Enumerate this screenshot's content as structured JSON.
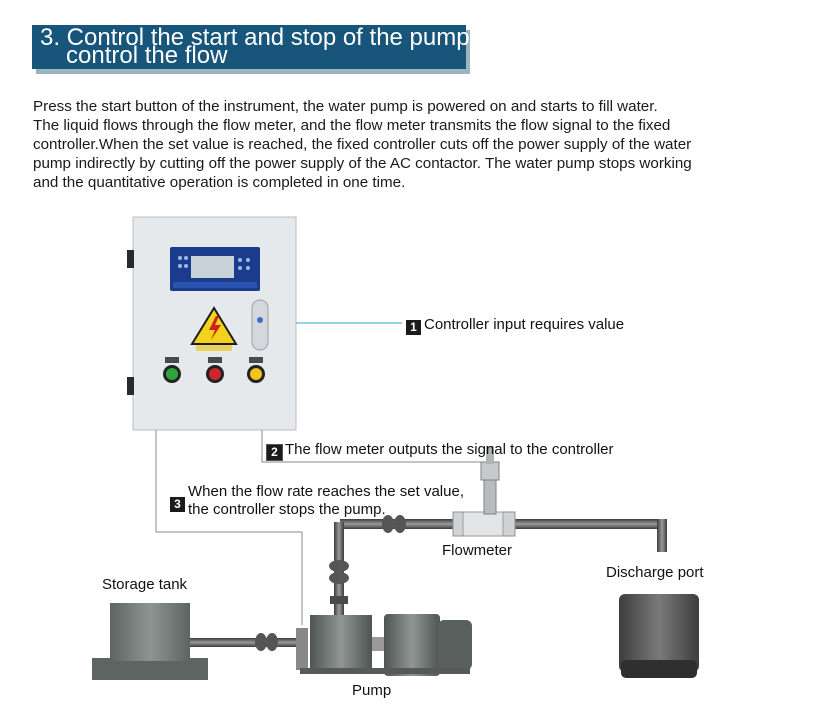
{
  "header": {
    "title_line1": "3. Control the start and stop of the pump",
    "title_line2": "control the flow"
  },
  "intro": {
    "lines": [
      "Press the start button of the instrument, the water pump is powered on and starts to fill water.",
      "The liquid flows through the flow meter, and the flow meter transmits the flow signal to the fixed",
      "controller.When the set value is reached, the fixed controller cuts off the power supply of the water",
      "pump indirectly by cutting off the power supply of the AC contactor. The water pump stops working",
      "and the quantitative operation is completed in one time."
    ]
  },
  "callouts": {
    "step1": {
      "number": "1",
      "text": "Controller input requires value"
    },
    "step2": {
      "number": "2",
      "text": "The flow meter outputs the signal to the controller"
    },
    "step3": {
      "number": "3",
      "line1": "When the flow rate reaches the set value,",
      "line2": "the controller stops the pump."
    }
  },
  "labels": {
    "flowmeter": "Flowmeter",
    "discharge_port": "Discharge port",
    "storage_tank": "Storage tank",
    "pump": "Pump"
  },
  "colors": {
    "banner": "#17557a",
    "signal_line": "#5ab8d6",
    "wire": "#8a8a8a",
    "cabinet": "#e6e9ec",
    "button_green": "#2ea43a",
    "button_red": "#d0242b",
    "button_yellow": "#f0c419",
    "equipment": "#6f7674"
  },
  "icons": {
    "warning_sign": "high-voltage-warning-icon"
  }
}
